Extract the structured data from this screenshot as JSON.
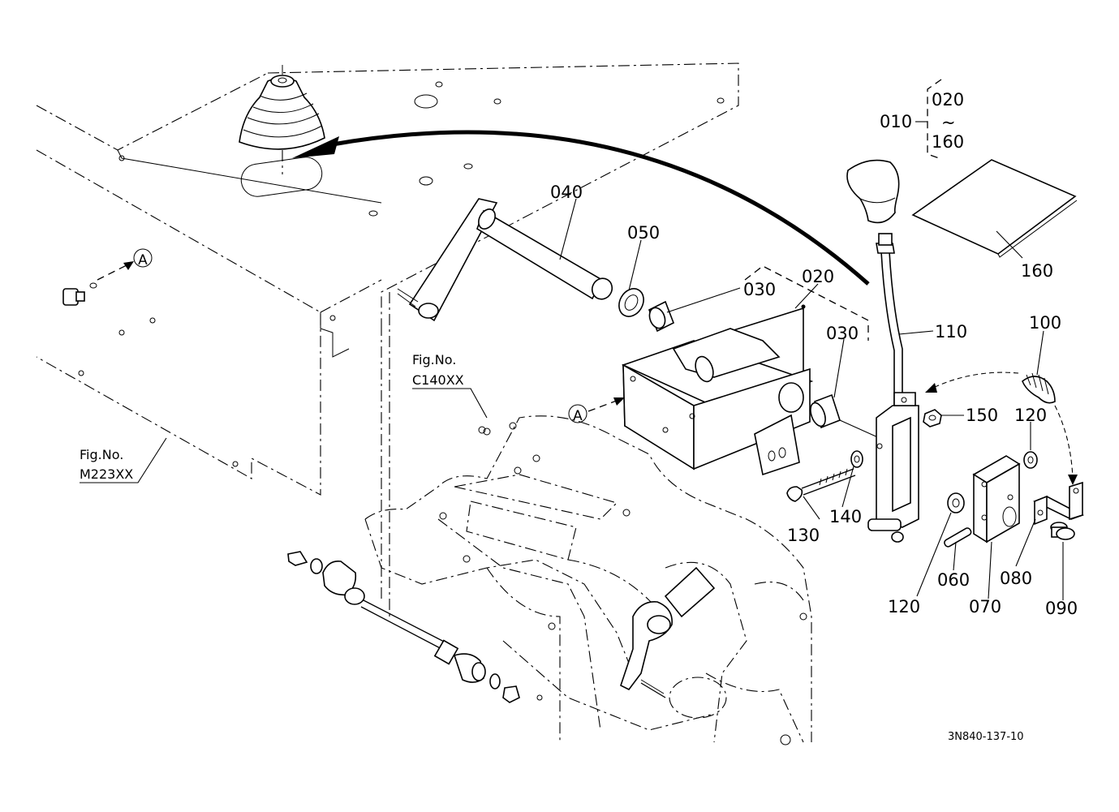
{
  "diagram": {
    "drawing_code": "3N840-137-10",
    "references": [
      {
        "title": "Fig.No.",
        "code": "M223XX"
      },
      {
        "title": "Fig.No.",
        "code": "C140XX"
      }
    ],
    "view_marker": "A",
    "assembly": {
      "ref": "010",
      "range_start": "020",
      "tilde": "~",
      "range_end": "160"
    },
    "callouts": {
      "p020": "020",
      "p030a": "030",
      "p030b": "030",
      "p040": "040",
      "p050": "050",
      "p060": "060",
      "p070": "070",
      "p080": "080",
      "p090": "090",
      "p100": "100",
      "p110": "110",
      "p120a": "120",
      "p120b": "120",
      "p130": "130",
      "p140": "140",
      "p150": "150",
      "p160": "160"
    }
  }
}
